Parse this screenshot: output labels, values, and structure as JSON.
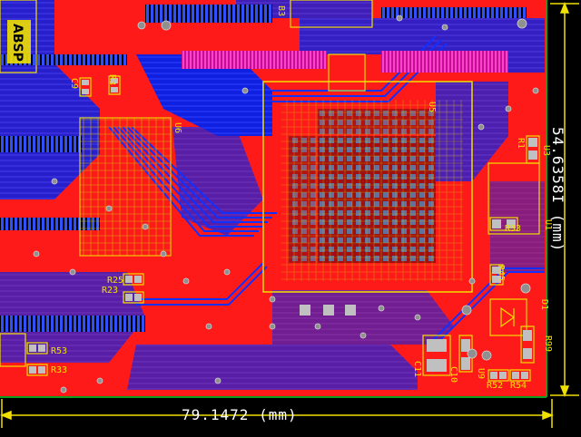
{
  "dimensions": {
    "width_label": "79.1472 (mm)",
    "height_label": "54.6358I (mm)"
  },
  "layers": {
    "top_copper_color": "#ff1a1a",
    "bottom_copper_color": "#1020e0",
    "silkscreen_color": "#f0e000",
    "dimension_color": "#ffffff",
    "background_color": "#000000",
    "board_outline_color": "#10a020",
    "pad_color": "#c0c0c0",
    "via_color": "#808080",
    "highlight_color": "#ff30c0"
  },
  "designators": {
    "u3": "U3",
    "u1": "U1",
    "u6": "U6",
    "u5": "U5",
    "u9": "U9",
    "r1": "R1",
    "r23": "R23",
    "r25": "R25",
    "r33_left": "R33",
    "r33_right": "R33",
    "r45": "R45",
    "r52": "R52",
    "r53": "R53",
    "r54": "R54",
    "r99": "R99",
    "c11": "C11",
    "c10": "C10",
    "d1": "D1",
    "r3": "R3",
    "c9": "C9",
    "b3": "B3"
  },
  "logo_text": "ABSP"
}
